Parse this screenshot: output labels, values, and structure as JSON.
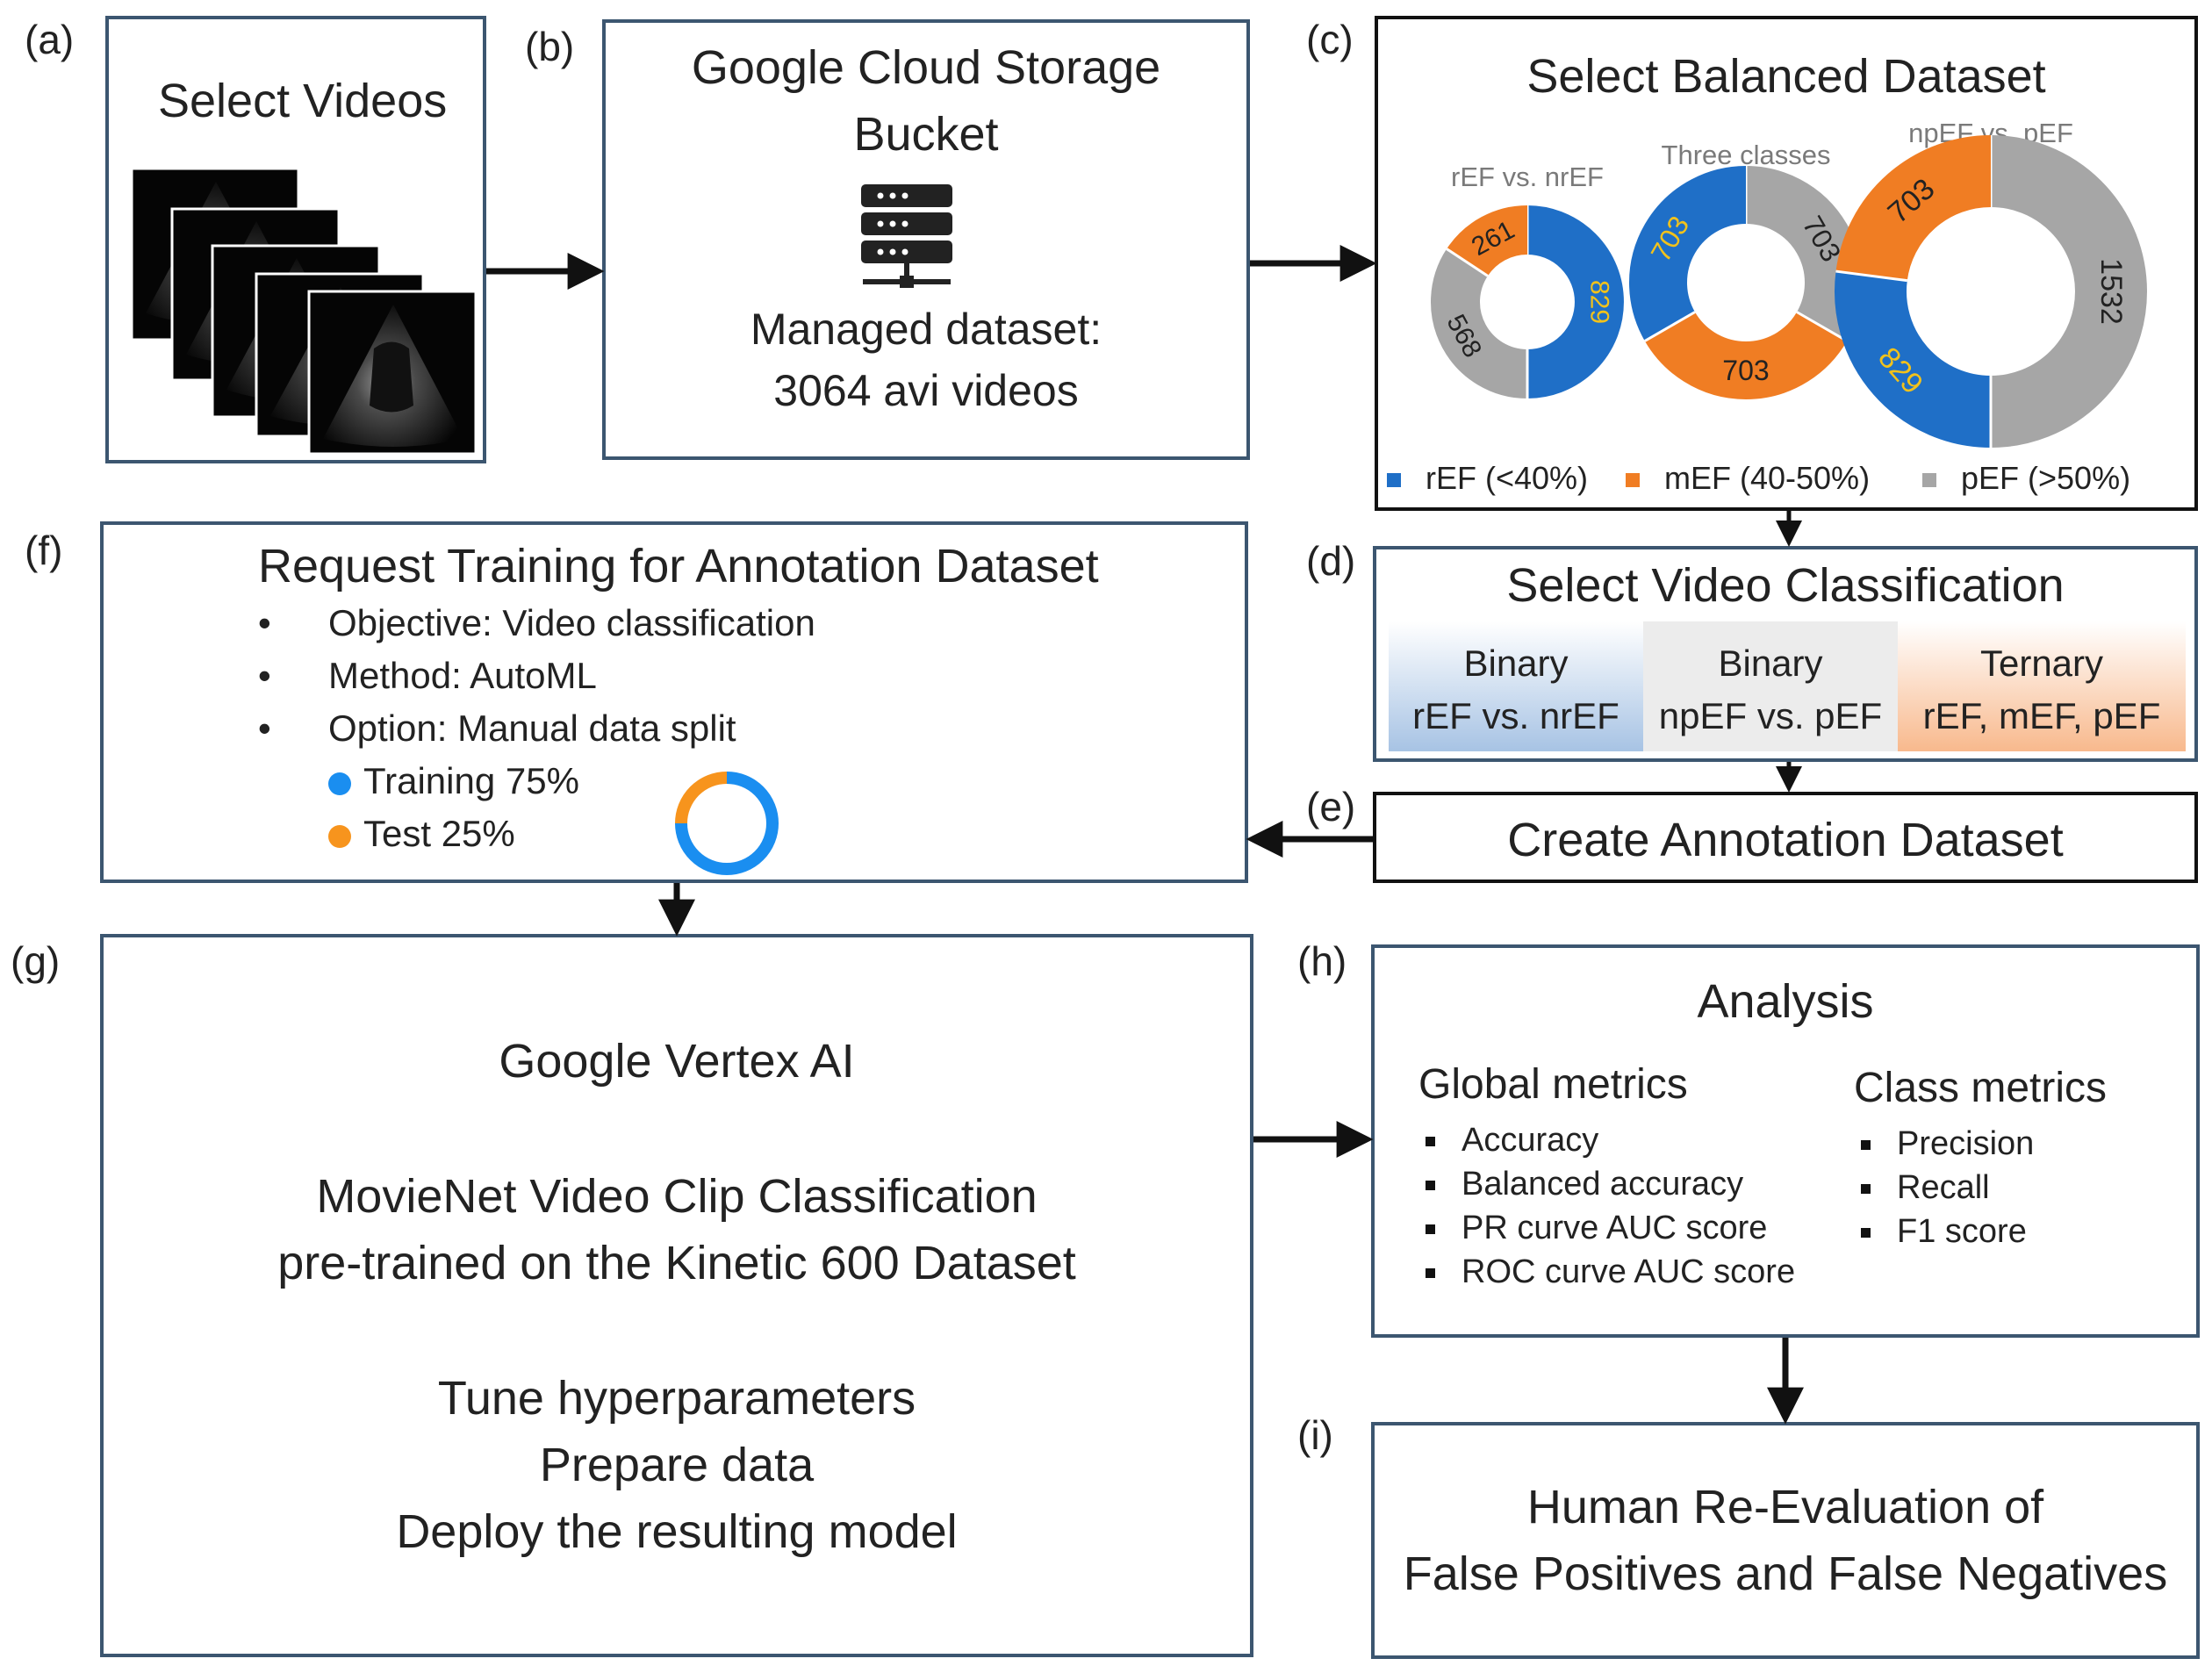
{
  "panel_labels": {
    "a": "(a)",
    "b": "(b)",
    "c": "(c)",
    "d": "(d)",
    "e": "(e)",
    "f": "(f)",
    "g": "(g)",
    "h": "(h)",
    "i": "(i)"
  },
  "a": {
    "title": "Select Videos"
  },
  "b": {
    "title_line1": "Google Cloud Storage",
    "title_line2": "Bucket",
    "icon": "server-icon",
    "text_line1": "Managed dataset:",
    "text_line2": "3064 avi videos"
  },
  "c": {
    "title": "Select Balanced Dataset",
    "colors": {
      "rEF": "#1f6fc7",
      "mEF": "#f07d23",
      "pEF": "#a6a6a6",
      "label_on_blue": "#f2c21b"
    },
    "legend": [
      "rEF (<40%)",
      "mEF (40-50%)",
      "pEF (>50%)"
    ]
  },
  "chart_data": [
    {
      "type": "pie",
      "title": "rEF vs. nrEF",
      "labels": [
        "rEF",
        "mEF",
        "pEF"
      ],
      "values": [
        829,
        261,
        568
      ]
    },
    {
      "type": "pie",
      "title": "Three classes",
      "labels": [
        "rEF",
        "mEF",
        "pEF"
      ],
      "values": [
        703,
        703,
        703
      ]
    },
    {
      "type": "pie",
      "title": "npEF vs. pEF",
      "labels": [
        "rEF",
        "mEF",
        "pEF"
      ],
      "values": [
        829,
        703,
        1532
      ]
    },
    {
      "type": "pie",
      "title": "",
      "labels": [
        "Training",
        "Test"
      ],
      "values": [
        75,
        25
      ]
    }
  ],
  "d": {
    "title": "Select Video Classification",
    "options": [
      {
        "line1": "Binary",
        "line2": "rEF vs. nrEF"
      },
      {
        "line1": "Binary",
        "line2": "npEF vs. pEF"
      },
      {
        "line1": "Ternary",
        "line2": "rEF, mEF, pEF"
      }
    ]
  },
  "e": {
    "title": "Create Annotation Dataset"
  },
  "f": {
    "title": "Request Training for Annotation Dataset",
    "bullet": "•",
    "items": [
      "Objective: Video classification",
      "Method: AutoML",
      "Option: Manual data split"
    ],
    "split": [
      {
        "label": "Training 75%",
        "color": "#1a8ef0"
      },
      {
        "label": "Test 25%",
        "color": "#f7941d"
      }
    ]
  },
  "g": {
    "title": "Google Vertex AI",
    "model_line1": "MovieNet Video Clip Classification",
    "model_line2": "pre-trained on the Kinetic 600 Dataset",
    "steps": [
      "Tune hyperparameters",
      "Prepare data",
      "Deploy the resulting model"
    ]
  },
  "h": {
    "title": "Analysis",
    "global_title": "Global metrics",
    "global_items": [
      "Accuracy",
      "Balanced accuracy",
      "PR curve AUC score",
      "ROC curve AUC score"
    ],
    "class_title": "Class metrics",
    "class_items": [
      "Precision",
      "Recall",
      "F1 score"
    ]
  },
  "i": {
    "line1": "Human Re-Evaluation of",
    "line2": "False Positives and False Negatives"
  }
}
